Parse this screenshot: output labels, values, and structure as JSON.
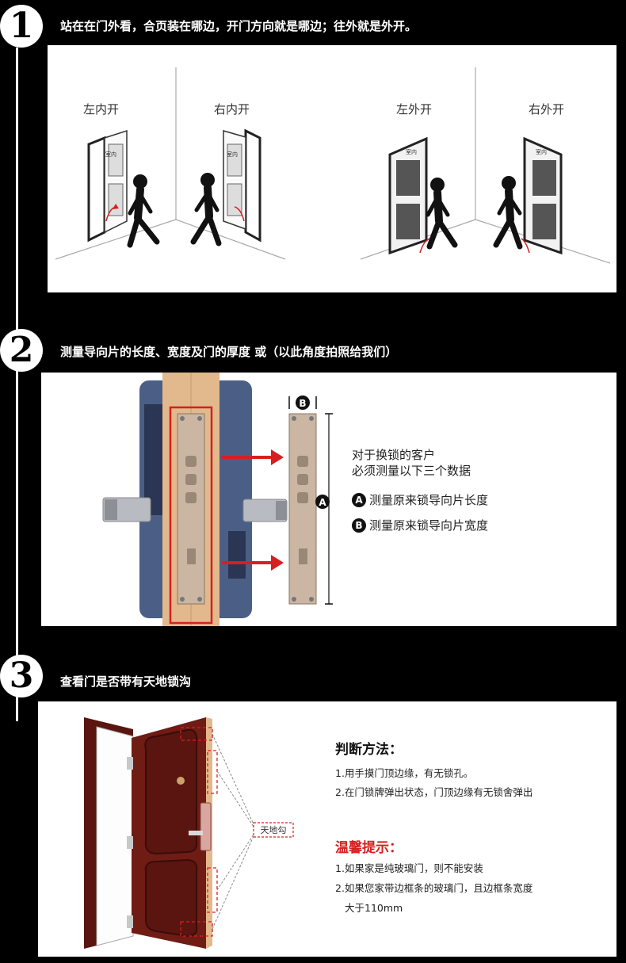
{
  "steps": [
    {
      "number": "1",
      "title": "站在在门外看，合页装在哪边，开门方向就是哪边；往外就是外开。"
    },
    {
      "number": "2",
      "title": "测量导向片的长度、宽度及门的厚度 或（以此角度拍照给我们）"
    },
    {
      "number": "3",
      "title": "查看门是否带有天地锁沟"
    }
  ],
  "doors": {
    "left_in": "左内开",
    "right_in": "右内开",
    "left_out": "左外开",
    "right_out": "右外开",
    "indoor": "室内"
  },
  "measure": {
    "intro_line1": "对于换锁的客户",
    "intro_line2": "必须测量以下三个数据",
    "item_a_letter": "A",
    "item_a": "测量原来锁导向片长度",
    "item_b_letter": "B",
    "item_b": "测量原来锁导向片宽度"
  },
  "groove": {
    "callout": "天地勾",
    "method_title": "判断方法：",
    "method_1": "1.用手摸门顶边缘，有无锁孔。",
    "method_2": "2.在门锁牌弹出状态，门顶边缘有无锁舍弹出",
    "tips_title": "温馨提示：",
    "tip_1": "1.如果家是纯玻璃门，则不能安装",
    "tip_2a": "2.如果您家带边框条的玻璃门，且边框条宽度",
    "tip_2b": "大于110mm"
  },
  "colors": {
    "accent_red": "#d62020",
    "door_wood": "#6e1c14",
    "frame_wood": "#e2b98d"
  }
}
